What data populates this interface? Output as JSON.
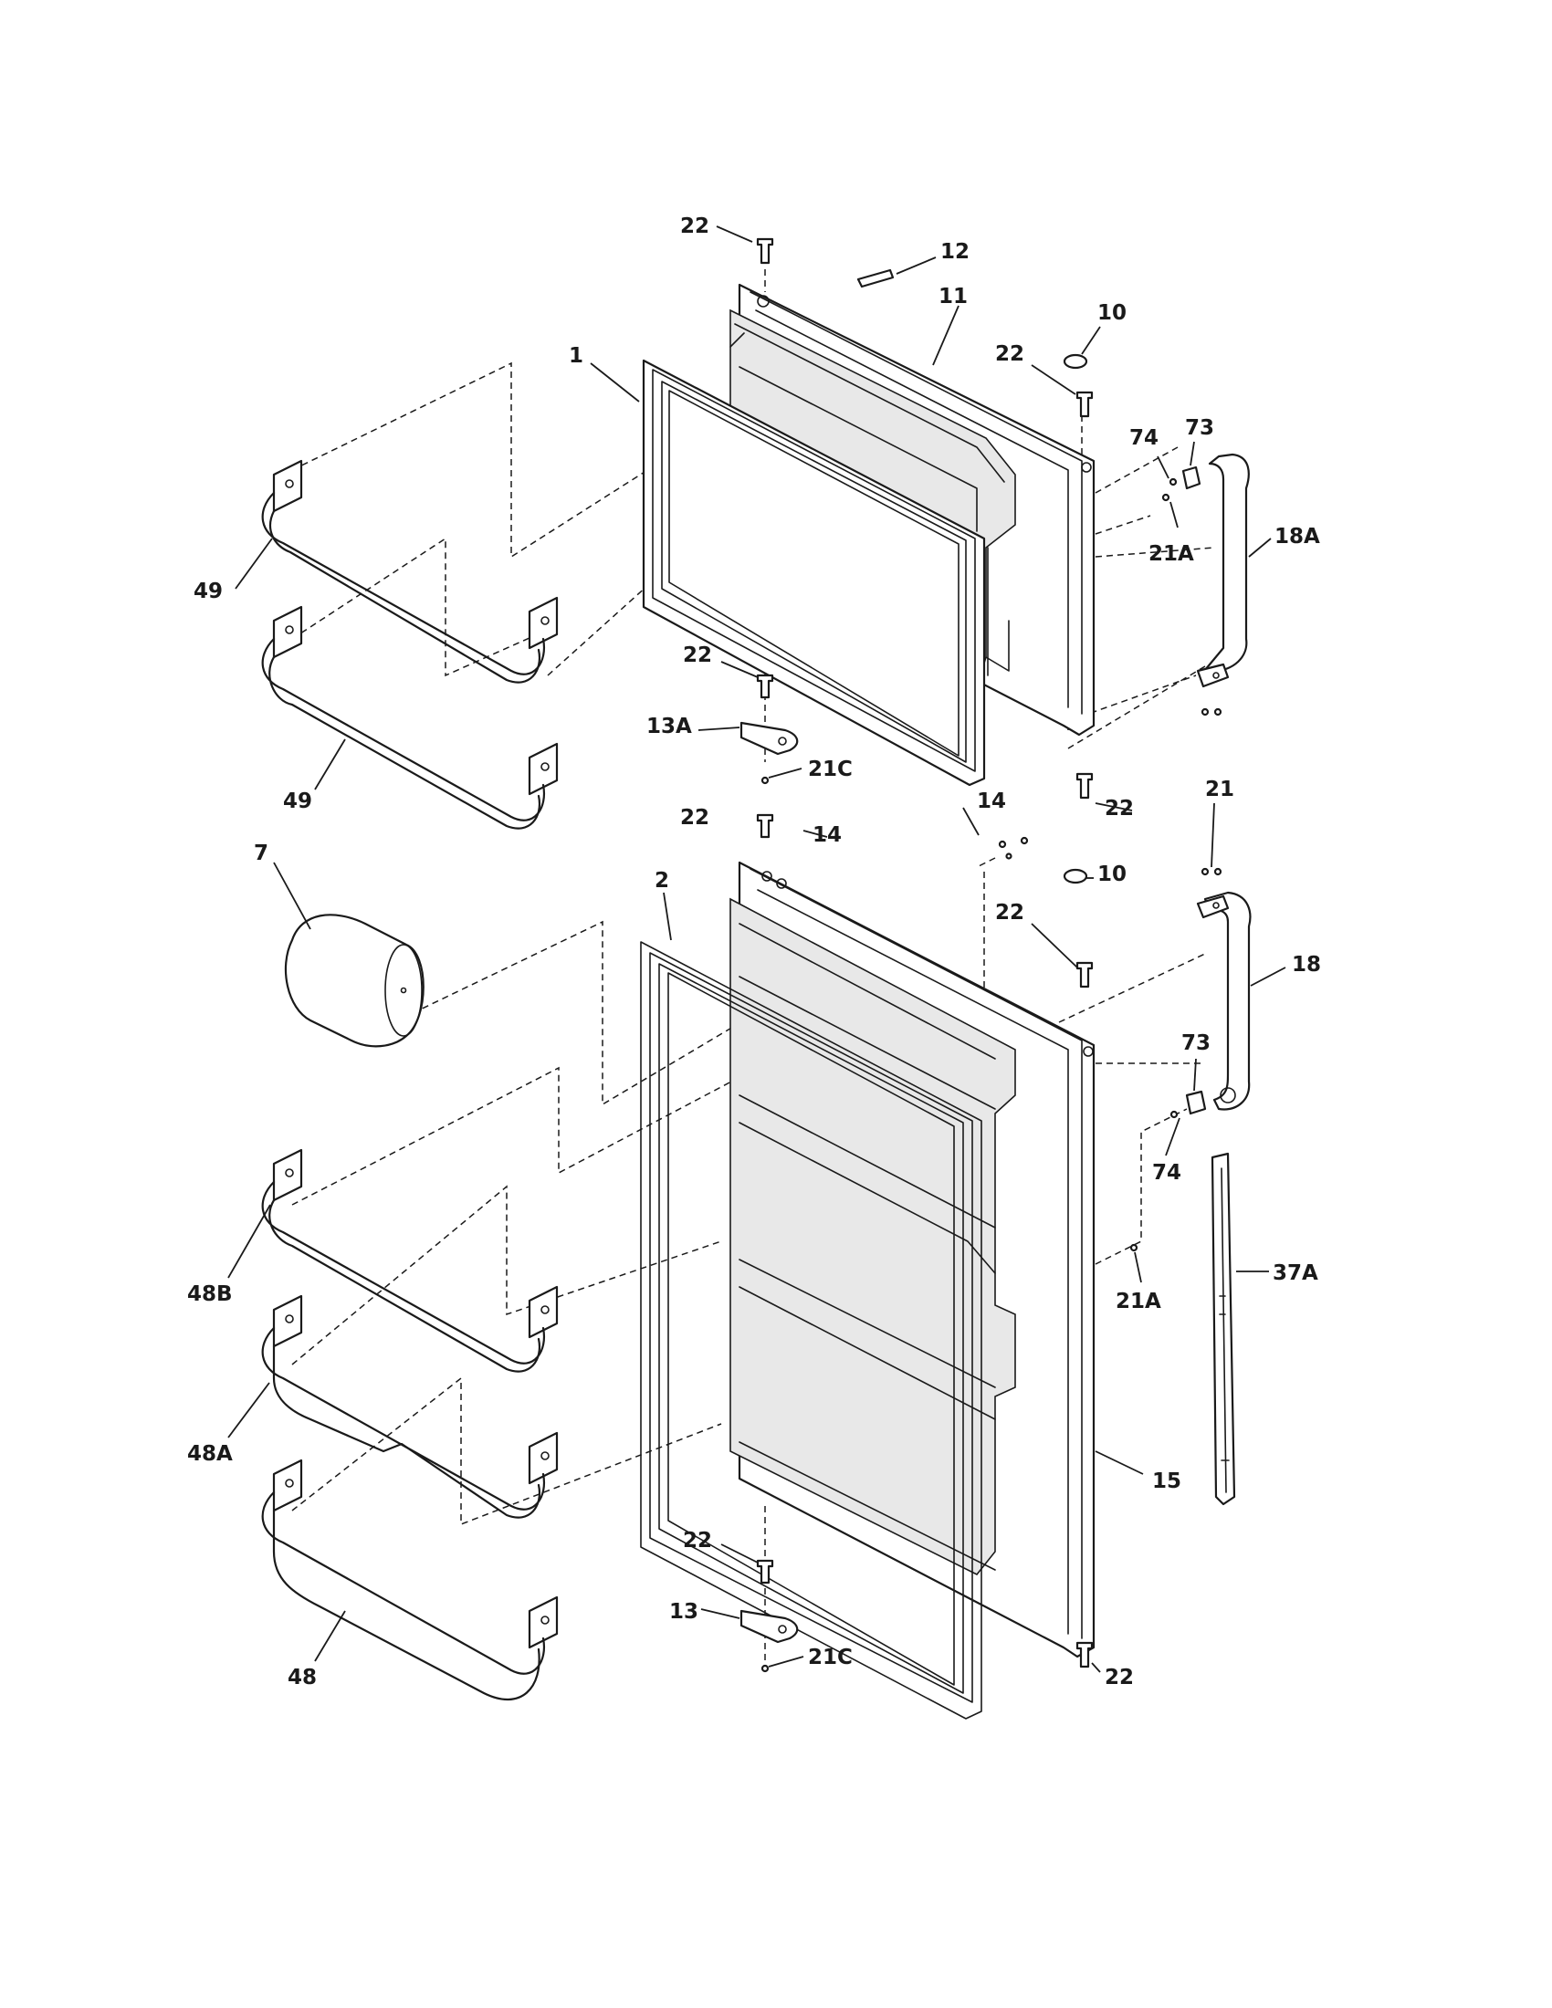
{
  "callouts": {
    "c22_a": "22",
    "c12": "12",
    "c11": "11",
    "c10_a": "10",
    "c22_b": "22",
    "c1": "1",
    "c74_a": "74",
    "c73_a": "73",
    "c21A_a": "21A",
    "c18A": "18A",
    "c49_a": "49",
    "c22_c": "22",
    "c13A": "13A",
    "c21C_a": "21C",
    "c49_b": "49",
    "c22_d": "22",
    "c21": "21",
    "c22_e": "22",
    "c14_a": "14",
    "c14_b": "14",
    "c7": "7",
    "c2": "2",
    "c10_b": "10",
    "c22_f": "22",
    "c18": "18",
    "c73_b": "73",
    "c74_b": "74",
    "c48B": "48B",
    "c21A_b": "21A",
    "c37A": "37A",
    "c48A": "48A",
    "c15": "15",
    "c22_g": "22",
    "c13": "13",
    "c21C_b": "21C",
    "c48": "48",
    "c22_h": "22"
  }
}
